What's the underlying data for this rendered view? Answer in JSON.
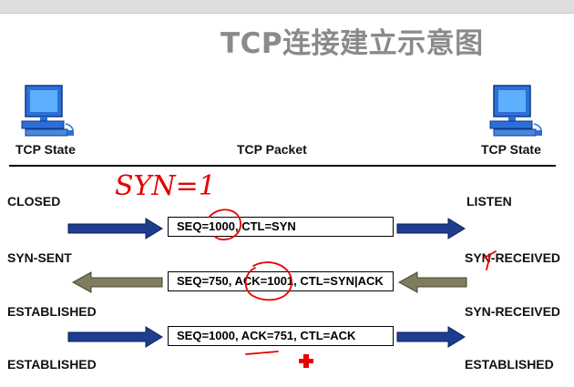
{
  "title": "TCP连接建立示意图",
  "headers": {
    "left": "TCP State",
    "center": "TCP Packet",
    "right": "TCP State"
  },
  "left_states": [
    "CLOSED",
    "SYN-SENT",
    "ESTABLISHED",
    "ESTABLISHED"
  ],
  "right_states": [
    "LISTEN",
    "SYN-RECEIVED",
    "SYN-RECEIVED",
    "ESTABLISHED"
  ],
  "packets": [
    {
      "text": "SEQ=1000, CTL=SYN",
      "direction": "right"
    },
    {
      "text": "SEQ=750, ACK=1001, CTL=SYN|ACK",
      "direction": "left"
    },
    {
      "text": "SEQ=1000, ACK=751, CTL=ACK",
      "direction": "right"
    }
  ],
  "annotation": "SYN=1",
  "colors": {
    "title": "#8a8a8a",
    "arrow_forward": "#1f3d8f",
    "arrow_back": "#807c5e",
    "annotation": "#e60000"
  },
  "icons": [
    "computer-icon",
    "computer-icon"
  ]
}
